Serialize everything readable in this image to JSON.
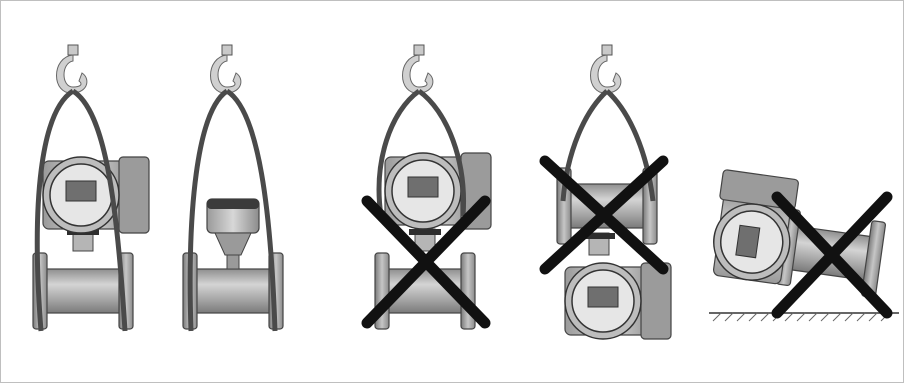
{
  "illustration": {
    "panels": [
      {
        "id": "correct-lift-compact",
        "verdict": "correct"
      },
      {
        "id": "correct-lift-remote",
        "verdict": "correct"
      },
      {
        "id": "wrong-lift-by-housing-side",
        "verdict": "incorrect"
      },
      {
        "id": "wrong-lift-inverted",
        "verdict": "incorrect"
      },
      {
        "id": "wrong-tilted-on-floor",
        "verdict": "incorrect"
      }
    ],
    "colors": {
      "metal_light": "#c9c9c9",
      "metal_mid": "#9d9d9d",
      "metal_dark": "#6e6e6e",
      "sling": "#4a4a4a",
      "cross": "#111111",
      "display": "#6f6f6f",
      "outline": "#333333"
    }
  }
}
